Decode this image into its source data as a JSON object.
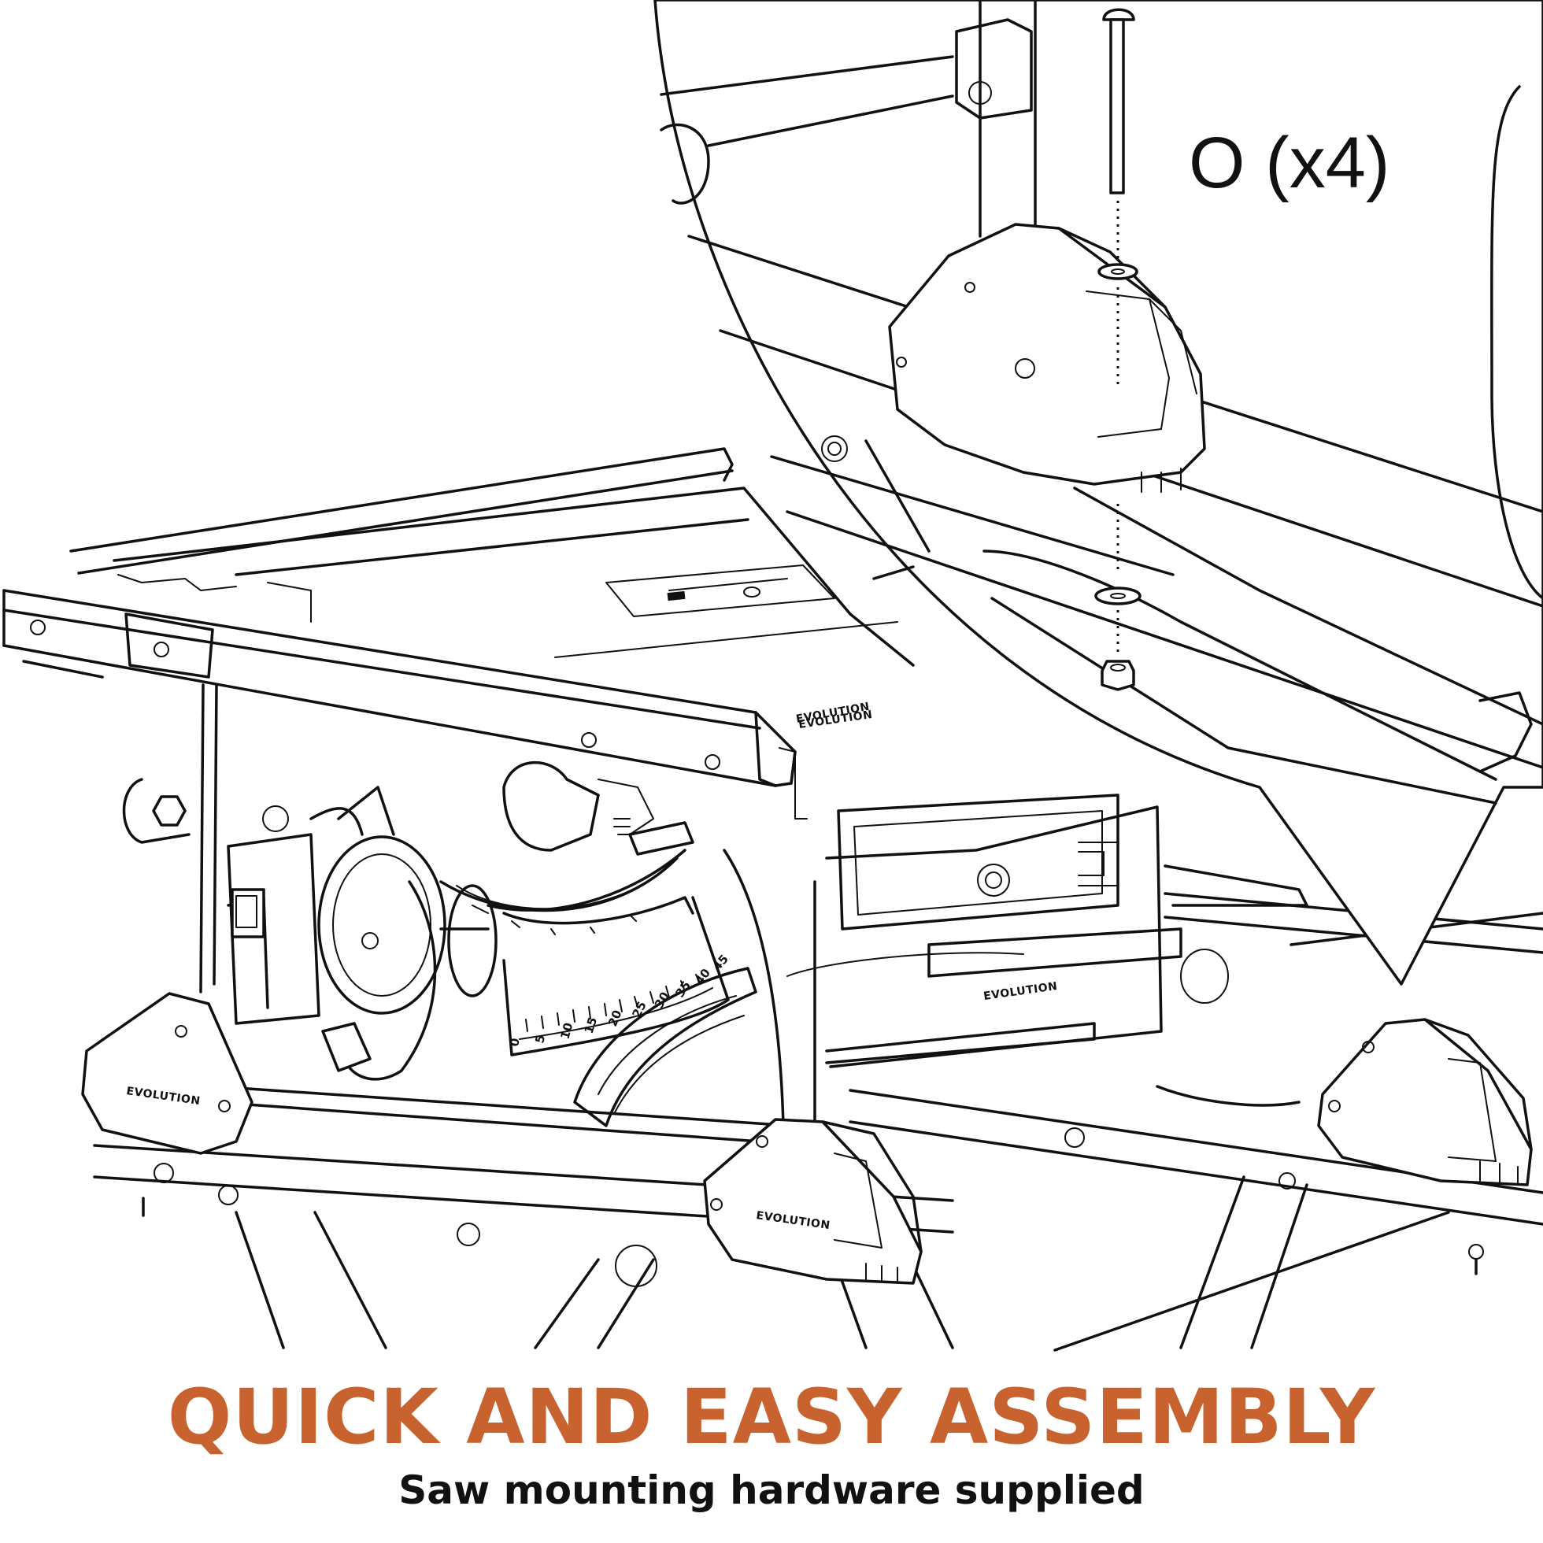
{
  "callout": {
    "label": "O (x4)"
  },
  "brand_mark": "EVOLUTION",
  "bevel_scale": [
    "0",
    "5",
    "10",
    "15",
    "20",
    "25",
    "30",
    "35",
    "40",
    "45"
  ],
  "headline": "QUICK AND EASY ASSEMBLY",
  "subheadline": "Saw mounting hardware supplied",
  "colors": {
    "headline": "#c8622f",
    "line": "#111111",
    "background": "#ffffff"
  }
}
